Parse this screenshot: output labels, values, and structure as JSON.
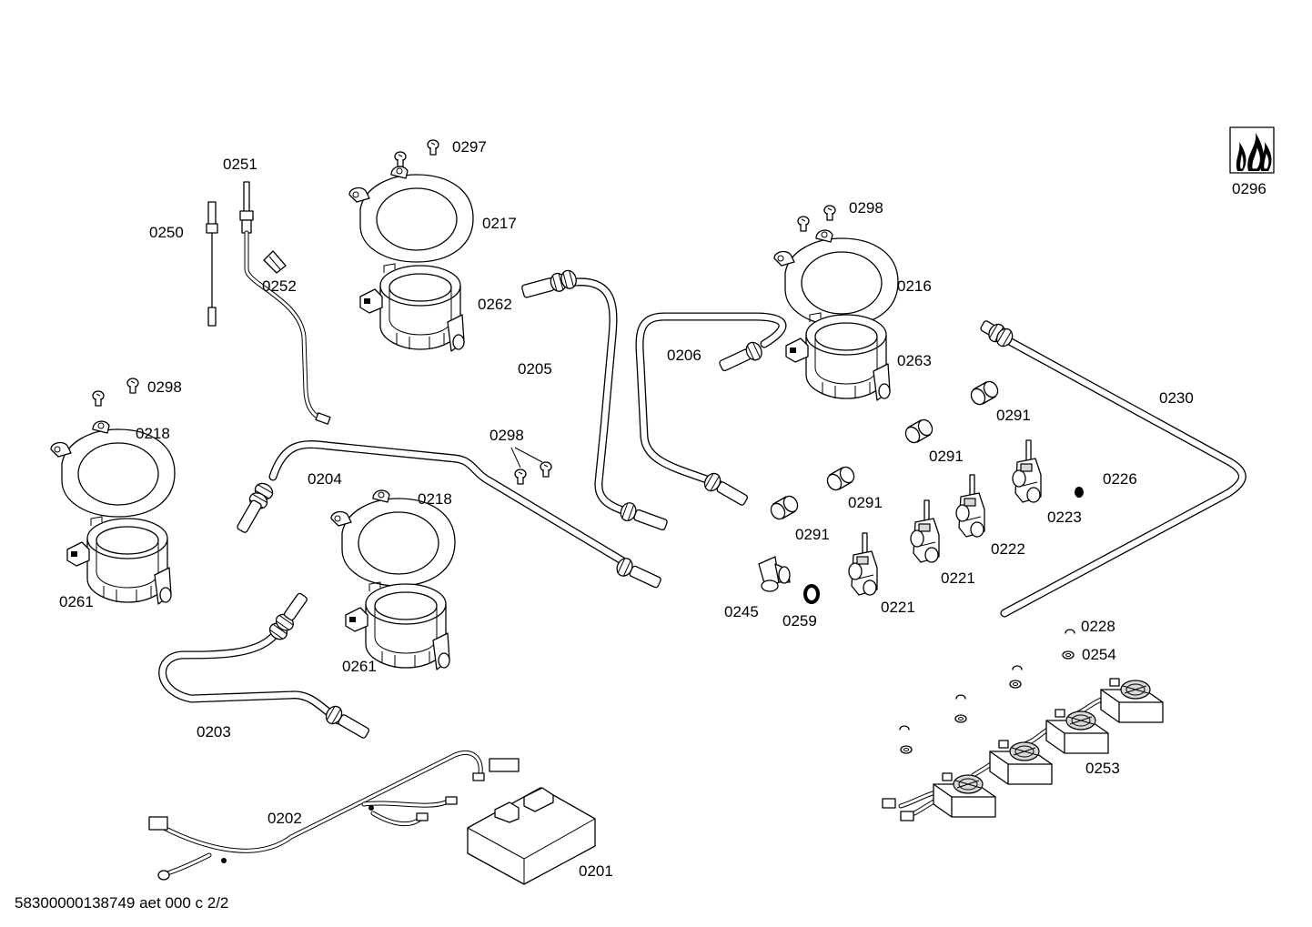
{
  "diagram": {
    "footer_code": "58300000138749 aet 000 c 2/2",
    "labels": {
      "l0297": "0297",
      "l0251": "0251",
      "l0217": "0217",
      "l0250": "0250",
      "l0252": "0252",
      "l0262": "0262",
      "l0205": "0205",
      "l0298a": "0298",
      "l0216": "0216",
      "l0206": "0206",
      "l0263": "0263",
      "l0296": "0296",
      "l0230": "0230",
      "l0298b": "0298",
      "l0218a": "0218",
      "l0291a": "0291",
      "l0291b": "0291",
      "l0298c": "0298",
      "l0204": "0204",
      "l0226": "0226",
      "l0218b": "0218",
      "l0291c": "0291",
      "l0223": "0223",
      "l0291d": "0291",
      "l0222": "0222",
      "l0261a": "0261",
      "l0221a": "0221",
      "l0245": "0245",
      "l0259": "0259",
      "l0221b": "0221",
      "l0228": "0228",
      "l0254": "0254",
      "l0261b": "0261",
      "l0203": "0203",
      "l0253": "0253",
      "l0202": "0202",
      "l0201": "0201"
    }
  }
}
